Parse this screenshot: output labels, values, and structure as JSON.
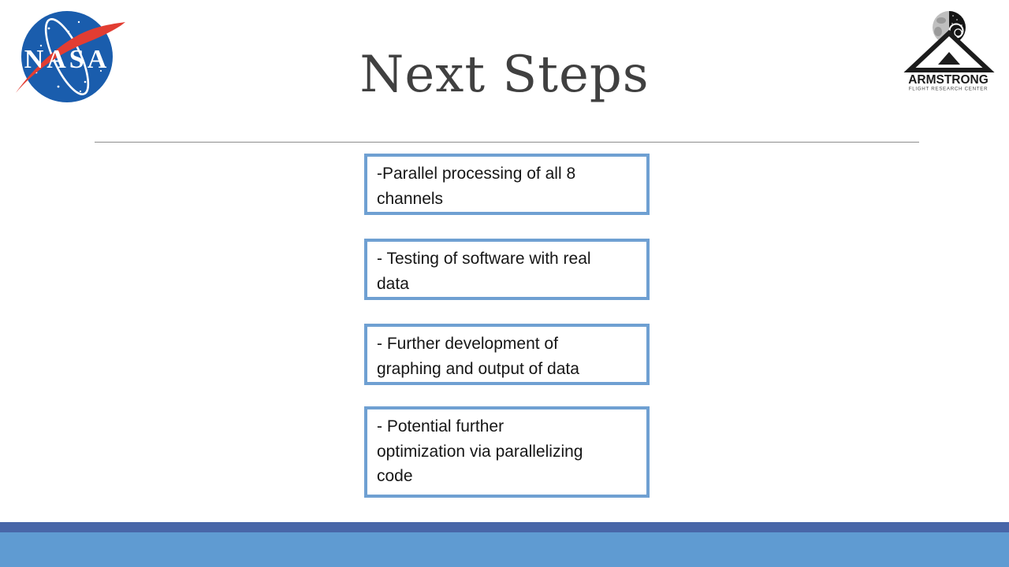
{
  "slide": {
    "title": "Next Steps",
    "content_boxes": [
      {
        "text": "-Parallel processing of all 8\nchannels"
      },
      {
        "text": "- Testing of software with real\ndata"
      },
      {
        "text": "- Further development of\ngraphing and output of data"
      },
      {
        "text": "- Potential further\noptimization via parallelizing\ncode"
      }
    ],
    "header": {
      "nasa_logo": {
        "wordmark": "NASA"
      },
      "armstrong_logo": {
        "title": "ARMSTRONG",
        "subtitle": "FLIGHT RESEARCH CENTER"
      }
    },
    "colors": {
      "title_text": "#404040",
      "body_text": "#161616",
      "divider": "#8c8c8c",
      "box_border": "#6FA0D2",
      "footer_dark_bar": "#4866A8",
      "footer_light_band": "#5F9BD2",
      "nasa_blue": "#1A5DAD",
      "nasa_red": "#E23D32"
    }
  }
}
